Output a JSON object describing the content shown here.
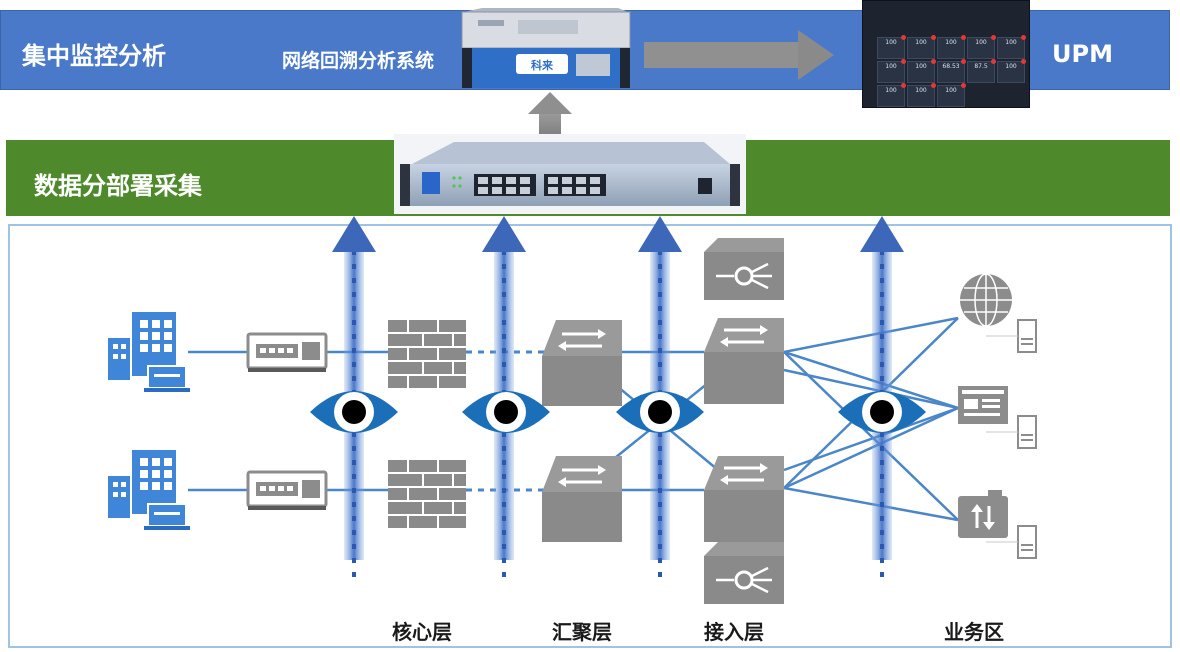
{
  "bands": {
    "analysis": "集中监控分析",
    "collection": "数据分部署采集"
  },
  "system_label": "网络回溯分析系统",
  "upm_label": "UPM",
  "device_logo": "科来",
  "dashboard_values": [
    "100",
    "100",
    "100",
    "100",
    "100",
    "100",
    "100",
    "68.53",
    "87.5",
    "100",
    "100",
    "100",
    "100"
  ],
  "layers": {
    "core": "核心层",
    "aggregation": "汇聚层",
    "access": "接入层",
    "business": "业务区"
  },
  "colors": {
    "top_band": "#4a79c9",
    "mid_band": "#4e8a2b",
    "zone_border": "#9dc3e6",
    "icon_blue": "#3f86d8",
    "eye_blue": "#1b6fb8",
    "device_gray": "#8c8c8c",
    "link_blue": "#4a86c8"
  },
  "icons": [
    "building-icon",
    "switch-icon",
    "firewall-icon",
    "router-icon",
    "eye-icon",
    "globe-icon",
    "server-icon",
    "web-page-icon",
    "file-transfer-icon"
  ]
}
